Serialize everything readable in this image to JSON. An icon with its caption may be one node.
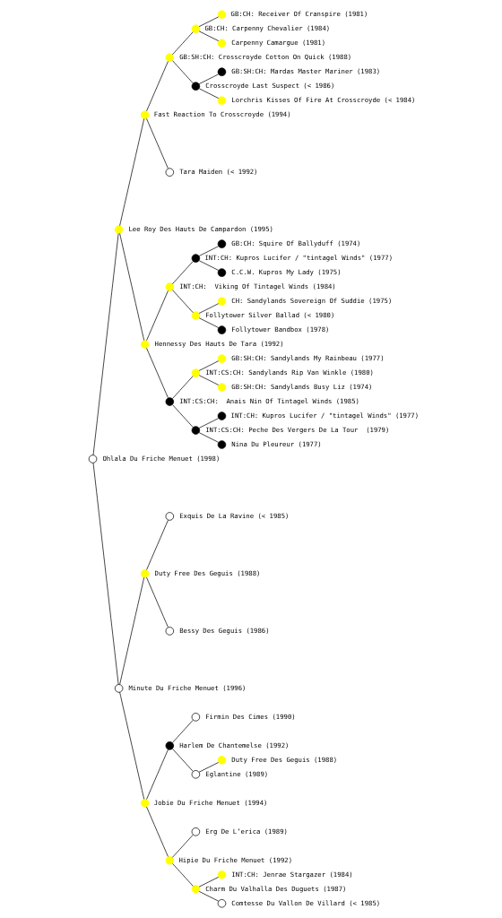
{
  "diagram": {
    "nodes": [
      {
        "text": [],
        "shape": "circle",
        "beside": [
          "GB:CH: Receiver Of Cranspire (1981)"
        ]
      },
      {
        "text": [],
        "shape": "circle",
        "beside": [
          "GB:CH: Carpenny Chevalier (1984)"
        ]
      },
      {
        "text": [],
        "shape": "circle",
        "beside": [
          "Carpenny Camargue (1981)"
        ]
      },
      {
        "text": [],
        "shape": "circle",
        "beside": [
          "GB:SH:CH: Crosscroyde Cotton On Quick (1988)"
        ]
      },
      {
        "text": [],
        "shape": "circle",
        "beside": [
          "GB:SH:CH: Mardas Master Mariner (1983)"
        ]
      },
      {
        "text": [],
        "shape": "circle",
        "beside": [
          "Crosscroyde Last Suspect (< 1986)"
        ]
      },
      {
        "text": [],
        "shape": "circle",
        "beside": [
          "Lorchris Kisses Of Fire At Crosscroyde (< 1984)"
        ]
      },
      {
        "text": [],
        "shape": "circle",
        "beside": [
          "Fast Reaction To Crosscroyde (1994)"
        ]
      },
      {
        "text": [],
        "shape": "circle",
        "beside": [
          "Tara Maiden (< 1992)"
        ]
      },
      {
        "text": [],
        "shape": "circle",
        "beside": [
          "Lee Roy Des Hauts De Campardon (1995)"
        ]
      },
      {
        "text": [],
        "shape": "circle",
        "beside": [
          "GB:CH: Squire Of Ballyduff (1974)"
        ]
      },
      {
        "text": [],
        "shape": "circle",
        "beside": [
          "INT:CH: Kupros Lucifer / \"tintagel Winds\" (1977)"
        ]
      },
      {
        "text": [],
        "shape": "circle",
        "beside": [
          "C.C.W. Kupros My Lady (1975)"
        ]
      },
      {
        "text": [],
        "shape": "circle",
        "beside": [
          "INT:CH:  Viking Of Tintagel Winds (1984)"
        ]
      },
      {
        "text": [],
        "shape": "circle",
        "beside": [
          "CH: Sandylands Sovereign Of Suddie (1975)"
        ]
      },
      {
        "text": [],
        "shape": "circle",
        "beside": [
          "Follytower Silver Ballad (< 1980)"
        ]
      },
      {
        "text": [],
        "shape": "circle",
        "beside": [
          "Follytower Bandbox (1978)"
        ]
      },
      {
        "text": [],
        "shape": "circle",
        "beside": [
          "Hennessy Des Hauts De Tara (1992)"
        ]
      },
      {
        "text": [],
        "shape": "circle",
        "beside": [
          "GB:SH:CH: Sandylands My Rainbeau (1977)"
        ]
      },
      {
        "text": [],
        "shape": "circle",
        "beside": [
          "INT:CS:CH: Sandylands Rip Van Winkle (1980)"
        ]
      },
      {
        "text": [],
        "shape": "circle",
        "beside": [
          "GB:SH:CH: Sandylands Busy Liz (1974)"
        ]
      },
      {
        "text": [],
        "shape": "circle",
        "beside": [
          "INT:CS:CH:  Anais Nin Of Tintagel Winds (1985)"
        ]
      },
      {
        "text": [],
        "shape": "circle",
        "beside": [
          "INT:CH: Kupros Lucifer / \"tintagel Winds\" (1977)"
        ]
      },
      {
        "text": [],
        "shape": "circle",
        "beside": [
          "INT:CS:CH: Peche Des Vergers De La Tour  (1979)"
        ]
      },
      {
        "text": [],
        "shape": "circle",
        "beside": [
          "Nina Du Pleureur (1977)"
        ]
      },
      {
        "text": [],
        "shape": "circle",
        "beside": [
          "Ohlala Du Friche Menuet (1998)"
        ]
      },
      {
        "text": [],
        "shape": "circle",
        "beside": [
          "Exquis De La Ravine (< 1985)"
        ]
      },
      {
        "text": [],
        "shape": "circle",
        "beside": [
          "Duty Free Des Geguis (1988)"
        ]
      },
      {
        "text": [],
        "shape": "circle",
        "beside": [
          "Bessy Des Geguis (1986)"
        ]
      },
      {
        "text": [],
        "shape": "circle",
        "beside": [
          "Minute Du Friche Menuet (1996)"
        ]
      },
      {
        "text": [],
        "shape": "circle",
        "beside": [
          "Firmin Des Cimes (1990)"
        ]
      },
      {
        "text": [],
        "shape": "circle",
        "beside": [
          "Harlem De Chantemelse (1992)"
        ]
      },
      {
        "text": [],
        "shape": "circle",
        "beside": [
          "Duty Free Des Geguis (1988)"
        ]
      },
      {
        "text": [],
        "shape": "circle",
        "beside": [
          "Eglantine (1989)"
        ]
      },
      {
        "text": [],
        "shape": "circle",
        "beside": [
          "Jobie Du Friche Menuet (1994)"
        ]
      },
      {
        "text": [],
        "shape": "circle",
        "beside": [
          "Erg De L’erica (1989)"
        ]
      },
      {
        "text": [],
        "shape": "circle",
        "beside": [
          "Hipie Du Friche Menuet (1992)"
        ]
      },
      {
        "text": [],
        "shape": "circle",
        "beside": [
          "INT:CH: Jenrae Stargazer (1984)"
        ]
      },
      {
        "text": [],
        "shape": "circle",
        "beside": [
          "Charm Du Valhalla Des Duguets (1987)"
        ]
      },
      {
        "text": [],
        "shape": "circle",
        "beside": [
          "Comtesse Du Vallon De Villard (< 1985)"
        ]
      }
    ],
    "edges": [
      {
        "from": 25,
        "to": 9,
        "arrow": "none"
      },
      {
        "from": 25,
        "to": 29,
        "arrow": "none"
      },
      {
        "from": 9,
        "to": 7,
        "arrow": "none"
      },
      {
        "from": 9,
        "to": 17,
        "arrow": "none"
      },
      {
        "from": 7,
        "to": 3,
        "arrow": "none"
      },
      {
        "from": 7,
        "to": 8,
        "arrow": "none"
      },
      {
        "from": 3,
        "to": 1,
        "arrow": "none"
      },
      {
        "from": 3,
        "to": 5,
        "arrow": "none"
      },
      {
        "from": 1,
        "to": 0,
        "arrow": "none"
      },
      {
        "from": 1,
        "to": 2,
        "arrow": "none"
      },
      {
        "from": 5,
        "to": 4,
        "arrow": "none"
      },
      {
        "from": 5,
        "to": 6,
        "arrow": "none"
      },
      {
        "from": 17,
        "to": 13,
        "arrow": "none"
      },
      {
        "from": 17,
        "to": 21,
        "arrow": "none"
      },
      {
        "from": 13,
        "to": 11,
        "arrow": "none"
      },
      {
        "from": 13,
        "to": 15,
        "arrow": "none"
      },
      {
        "from": 11,
        "to": 10,
        "arrow": "none"
      },
      {
        "from": 11,
        "to": 12,
        "arrow": "none"
      },
      {
        "from": 15,
        "to": 14,
        "arrow": "none"
      },
      {
        "from": 15,
        "to": 16,
        "arrow": "none"
      },
      {
        "from": 21,
        "to": 19,
        "arrow": "none"
      },
      {
        "from": 21,
        "to": 23,
        "arrow": "none"
      },
      {
        "from": 19,
        "to": 18,
        "arrow": "none"
      },
      {
        "from": 19,
        "to": 20,
        "arrow": "none"
      },
      {
        "from": 23,
        "to": 22,
        "arrow": "none"
      },
      {
        "from": 23,
        "to": 24,
        "arrow": "none"
      },
      {
        "from": 29,
        "to": 27,
        "arrow": "none"
      },
      {
        "from": 29,
        "to": 34,
        "arrow": "none"
      },
      {
        "from": 27,
        "to": 26,
        "arrow": "none"
      },
      {
        "from": 27,
        "to": 28,
        "arrow": "none"
      },
      {
        "from": 34,
        "to": 31,
        "arrow": "none"
      },
      {
        "from": 34,
        "to": 36,
        "arrow": "none"
      },
      {
        "from": 31,
        "to": 30,
        "arrow": "none"
      },
      {
        "from": 31,
        "to": 33,
        "arrow": "none"
      },
      {
        "from": 33,
        "to": 32,
        "arrow": "none"
      },
      {
        "from": 36,
        "to": 35,
        "arrow": "none"
      },
      {
        "from": 36,
        "to": 38,
        "arrow": "none"
      },
      {
        "from": 38,
        "to": 37,
        "arrow": "none"
      },
      {
        "from": 38,
        "to": 39,
        "arrow": "none"
      }
    ]
  }
}
